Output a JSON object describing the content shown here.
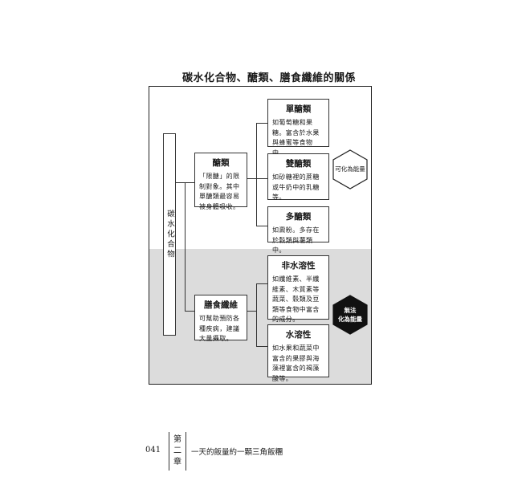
{
  "diagram": {
    "title": "碳水化合物、醣類、膳食纖維的關係",
    "root": "碳水化合物",
    "sugars": {
      "heading": "醣類",
      "body": "「限醣」的限制對象。其中單醣類最容易被身體吸收。"
    },
    "fiber": {
      "heading": "膳食纖維",
      "body": "可幫助預防各種疾病，建議大量攝取。"
    },
    "mono": {
      "heading": "單醣類",
      "body": "如葡萄糖和果糖。富含於水果與蜂蜜等食物中。"
    },
    "di": {
      "heading": "雙醣類",
      "body": "如砂糖裡的蔗糖或牛奶中的乳糖等。"
    },
    "poly": {
      "heading": "多醣類",
      "body": "如澱粉。多存在於穀類與薯類中。"
    },
    "insoluble": {
      "heading": "非水溶性",
      "body": "如纖維素、半纖維素、木質素等蔬菜、穀類及豆類等食物中富含的成分。"
    },
    "soluble": {
      "heading": "水溶性",
      "body": "如水果和蔬菜中富含的果膠與海藻裡富含的褐藻酸等。"
    },
    "energy_yes": "可化為能量",
    "energy_no_line1": "無法",
    "energy_no_line2": "化為能量"
  },
  "footer": {
    "page_number": "041",
    "chapter_char1": "第",
    "chapter_char2": "二",
    "chapter_char3": "章",
    "chapter_title": "一天的飯量約一顆三角飯糰"
  }
}
